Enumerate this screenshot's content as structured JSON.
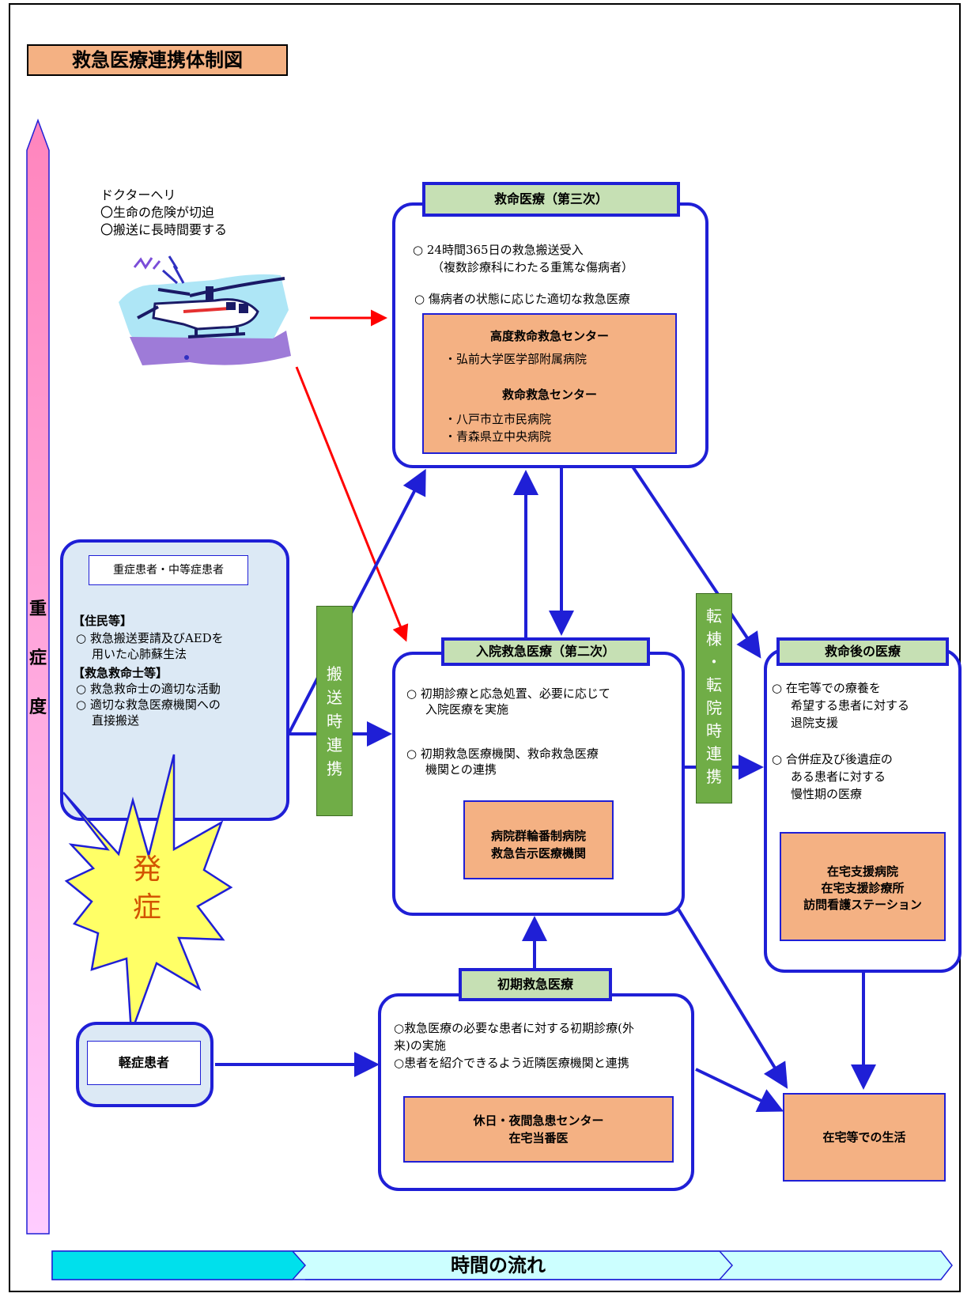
{
  "title": "救急医療連携体制図",
  "severity_axis": {
    "chars": [
      "重",
      "症",
      "度"
    ]
  },
  "time_axis": {
    "label": "時間の流れ"
  },
  "doctor_heli": {
    "label": "ドクターヘリ",
    "items": [
      "〇生命の危険が切迫",
      "〇搬送に長時間要する"
    ]
  },
  "tertiary": {
    "header": "救命医療（第三次）",
    "items": [
      "○ 24時間365日の救急搬送受入",
      "（複数診療科にわたる重篤な傷病者）",
      "○ 傷病者の状態に応じた適切な救急医療"
    ],
    "center1_title": "高度救命救急センター",
    "center1_list": [
      "・弘前大学医学部附属病院"
    ],
    "center2_title": "救命救急センター",
    "center2_list": [
      "・八戸市立市民病院",
      "・青森県立中央病院"
    ]
  },
  "patients": {
    "header": "重症患者・中等症患者",
    "residents_title": "【住民等】",
    "residents_items": [
      "○ 救急搬送要請及びAEDを",
      "用いた心肺蘇生法"
    ],
    "emt_title": "【救急救命士等】",
    "emt_items": [
      "○ 救急救命士の適切な活動",
      "○ 適切な救急医療機関への",
      "直接搬送"
    ]
  },
  "onset": {
    "chars": [
      "発",
      "症"
    ]
  },
  "transport_link": {
    "chars": [
      "搬",
      "送",
      "時",
      "連",
      "携"
    ]
  },
  "transfer_link": {
    "chars": [
      "転",
      "棟",
      "・",
      "転",
      "院",
      "時",
      "連",
      "携"
    ]
  },
  "secondary": {
    "header": "入院救急医療（第二次）",
    "items": [
      "○ 初期診療と応急処置、必要に応じて",
      "入院医療を実施",
      "○ 初期救急医療機関、救命救急医療",
      "機関との連携"
    ],
    "box": [
      "病院群輪番制病院",
      "救急告示医療機関"
    ]
  },
  "post": {
    "header": "救命後の医療",
    "items": [
      "○ 在宅等での療養を",
      "希望する患者に対する",
      "退院支援",
      "○ 合併症及び後遺症の",
      "ある患者に対する",
      "慢性期の医療"
    ],
    "box": [
      "在宅支援病院",
      "在宅支援診療所",
      "訪問看護ステーション"
    ]
  },
  "mild": {
    "label": "軽症患者"
  },
  "primary": {
    "header": "初期救急医療",
    "items": [
      "○救急医療の必要な患者に対する初期診療(外",
      "来)の実施",
      "○患者を紹介できるよう近隣医療機関と連携"
    ],
    "box": [
      "休日・夜間急患センター",
      "在宅当番医"
    ]
  },
  "home": {
    "label": "在宅等での生活"
  },
  "colors": {
    "blue": "#1f1fd6",
    "red": "#ff0000",
    "green": "#70ad47",
    "orange": "#f4b183",
    "header_green": "#c6e0b4",
    "pink": "#ff99cc",
    "cyan": "#00e5ee"
  }
}
